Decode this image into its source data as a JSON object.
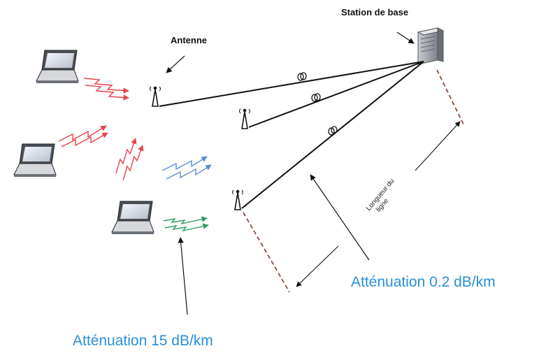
{
  "labels": {
    "station": "Station de base",
    "antenne": "Antenne",
    "line_length_1": "Longueur du",
    "line_length_2": "ligne",
    "att_line": "Atténuation 0.2 dB/km",
    "att_wireless": "Atténuation 15 dB/km"
  },
  "colors": {
    "accent_text": "#2a8fd6",
    "wave_red": "#e8404a",
    "wave_blue": "#5b8fd4",
    "wave_green": "#2e9a64",
    "line": "#111111",
    "dashed": "#8b4a3a"
  },
  "icons": [
    "laptop-icon",
    "antenna-icon",
    "server-icon",
    "coil-icon",
    "signal-wave-icon"
  ]
}
